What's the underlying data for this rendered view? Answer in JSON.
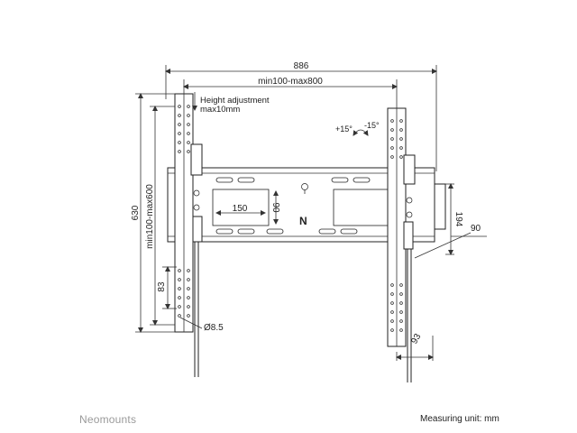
{
  "dimensions": {
    "total_width": "886",
    "vesa_width_range": "min100-max800",
    "height_adjust_line1": "Height adjustment",
    "height_adjust_line2": "max10mm",
    "total_height": "630",
    "vesa_height_range": "min100-max600",
    "slot_83": "83",
    "hole_diameter": "Ø8.5",
    "inner_150": "150",
    "inner_90": "90",
    "depth_194": "194",
    "depth_90": "90",
    "arm_93": "93"
  },
  "tilt": {
    "plus": "+15°",
    "minus": "-15°"
  },
  "footer": {
    "brand": "Neomounts",
    "unit": "Measuring unit: mm"
  }
}
